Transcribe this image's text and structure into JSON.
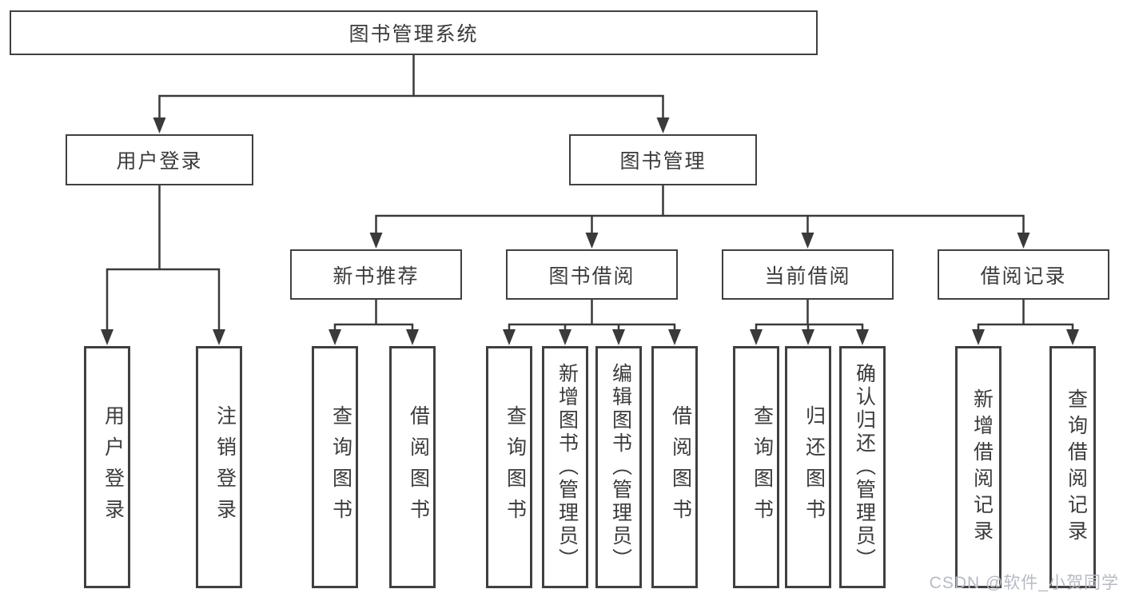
{
  "tree": {
    "label": "图书管理系统",
    "children": [
      {
        "label": "用户登录",
        "children": [
          {
            "label": "用户登录"
          },
          {
            "label": "注销登录"
          }
        ]
      },
      {
        "label": "图书管理",
        "children": [
          {
            "label": "新书推荐",
            "children": [
              {
                "label": "查询图书"
              },
              {
                "label": "借阅图书"
              }
            ]
          },
          {
            "label": "图书借阅",
            "children": [
              {
                "label": "查询图书"
              },
              {
                "label": "新增图书（管理员）"
              },
              {
                "label": "编辑图书（管理员）"
              },
              {
                "label": "借阅图书"
              }
            ]
          },
          {
            "label": "当前借阅",
            "children": [
              {
                "label": "查询图书"
              },
              {
                "label": "归还图书"
              },
              {
                "label": "确认归还（管理员）"
              }
            ]
          },
          {
            "label": "借阅记录",
            "children": [
              {
                "label": "新增借阅记录"
              },
              {
                "label": "查询借阅记录"
              }
            ]
          }
        ]
      }
    ]
  },
  "watermark": {
    "text": "CSDN @软件_小贺同学"
  },
  "colors": {
    "line": "#3a3a3a",
    "box_border": "#404040",
    "text": "#3b3b3b",
    "watermark": "#b6bac2",
    "background": "#ffffff"
  }
}
